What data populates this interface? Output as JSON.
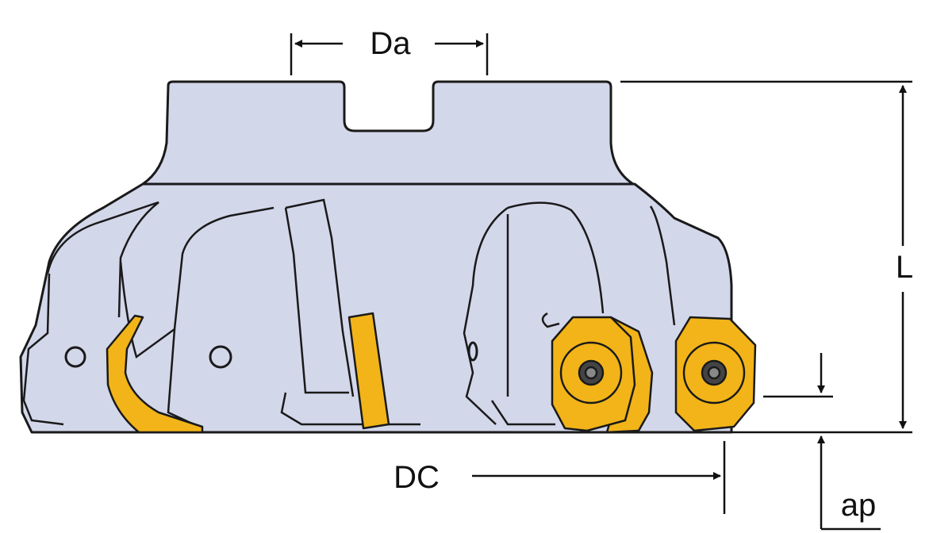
{
  "labels": {
    "da": "Da",
    "l": "L",
    "dc": "DC",
    "ap": "ap"
  },
  "colors": {
    "body": "#D3D7EA",
    "body_shade": "#C2C7DD",
    "outline": "#1A1A1A",
    "insert": "#F2B418",
    "insert_dark": "#C48A0A",
    "dimension": "#111111"
  },
  "icons": [
    "milling-cutter-body",
    "round-octagon-insert",
    "curved-insert",
    "torx-screw-icon"
  ]
}
